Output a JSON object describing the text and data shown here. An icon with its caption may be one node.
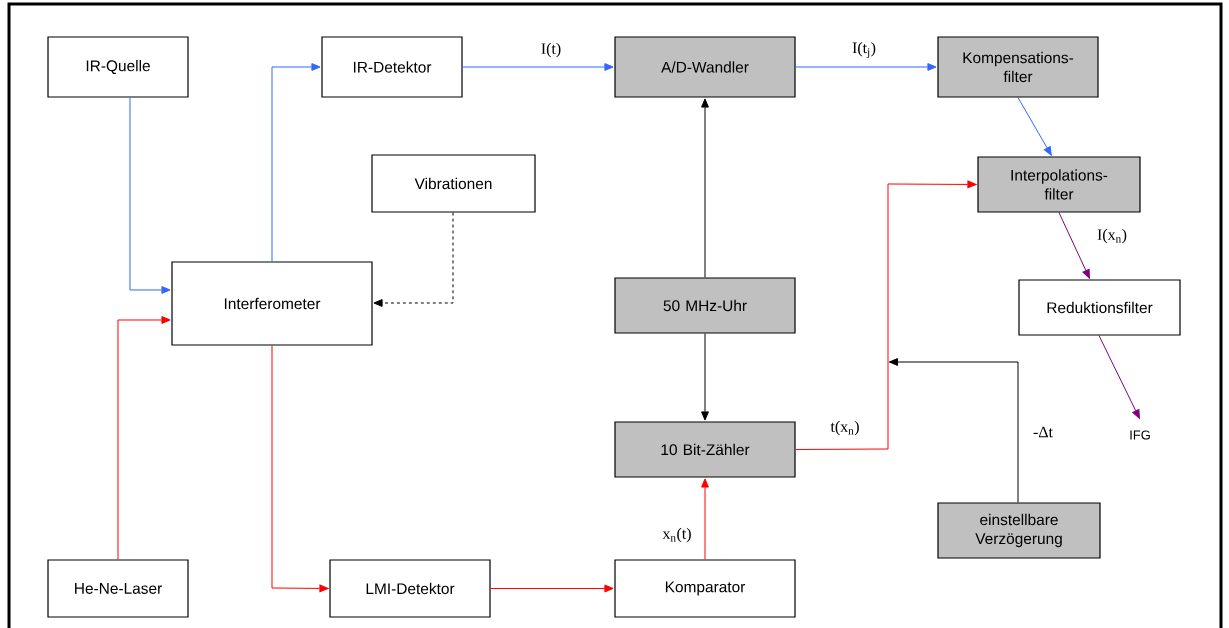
{
  "diagram": {
    "nodes": [
      {
        "text": [
          "IR-Quelle"
        ]
      },
      {
        "text": [
          "IR-Detektor"
        ]
      },
      {
        "text": [
          "A/D-Wandler"
        ]
      },
      {
        "text": [
          "Kompensations- filter"
        ]
      },
      {
        "text": [
          "Vibrationen"
        ]
      },
      {
        "text": [
          "Interpolations- filter"
        ]
      },
      {
        "text": [
          "Interferometer"
        ]
      },
      {
        "text": [
          "50 MHz-Uhr"
        ]
      },
      {
        "text": [
          "Reduktionsfilter"
        ]
      },
      {
        "text": [
          "10 Bit-Zähler"
        ]
      },
      {
        "text": [
          "IFG"
        ]
      },
      {
        "text": [
          "He-Ne-Laser"
        ]
      },
      {
        "text": [
          "LMI-Detektor"
        ]
      },
      {
        "text": [
          "Komparator"
        ]
      },
      {
        "text": [
          "einstellbare Verzögerung"
        ]
      }
    ],
    "edges": [
      {
        "from": 0,
        "to": 6,
        "arrow": "to",
        "color": "#3366ff"
      },
      {
        "from": 6,
        "to": 1,
        "arrow": "to",
        "color": "#3366ff"
      },
      {
        "from": 1,
        "to": 2,
        "arrow": "to",
        "color": "#3366ff",
        "label": "I(t)"
      },
      {
        "from": 2,
        "to": 3,
        "arrow": "to",
        "color": "#3366ff",
        "label": "I(t$_{j}$)"
      },
      {
        "from": 3,
        "to": 5,
        "arrow": "to",
        "color": "#3366ff"
      },
      {
        "from": 4,
        "to": 6,
        "arrow": "to",
        "style": "dashed",
        "color": "#000000"
      },
      {
        "from": 11,
        "to": 6,
        "arrow": "to",
        "color": "#ff0000"
      },
      {
        "from": 6,
        "to": 12,
        "arrow": "to",
        "color": "#ff0000"
      },
      {
        "from": 12,
        "to": 13,
        "arrow": "to",
        "color": "#ff0000"
      },
      {
        "from": 13,
        "to": 9,
        "arrow": "to",
        "color": "#ff0000",
        "label": "x$_{n}$(t)"
      },
      {
        "from": 7,
        "to": 2,
        "arrow": "to",
        "color": "#000000"
      },
      {
        "from": 7,
        "to": 9,
        "arrow": "to",
        "color": "#000000"
      },
      {
        "from": 9,
        "to": 5,
        "arrow": "to",
        "color": "#ff0000",
        "label": "t(x$_{n}$)"
      },
      {
        "from": 14,
        "to": null,
        "arrow": "to",
        "color": "#000000",
        "label": "-Δt"
      },
      {
        "from": 5,
        "to": 8,
        "arrow": "to",
        "color": "#800080",
        "label": "I(x$_{n}$)"
      },
      {
        "from": 8,
        "to": 10,
        "arrow": "to",
        "color": "#800080"
      }
    ]
  }
}
